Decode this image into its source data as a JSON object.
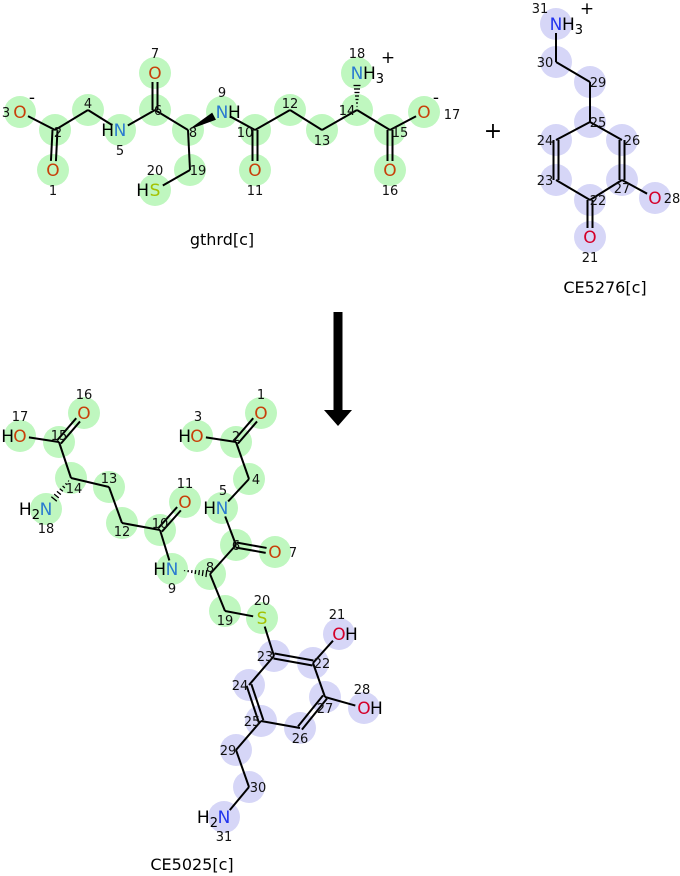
{
  "reaction": {
    "plus_sign": "+",
    "arrow_direction": "down"
  },
  "colors": {
    "reactant_highlight": "#bff7bf",
    "product_cofactor_highlight": "#d6d6f7",
    "oxygen_green": "#c8400a",
    "oxygen_blue": "#d4002a",
    "nitrogen_green": "#2a7ad0",
    "nitrogen_blue": "#2233ee",
    "sulfur": "#a3c100",
    "bond": "#000000"
  },
  "molecules": [
    {
      "id": "gthrd",
      "name": "gthrd[c]",
      "highlight": "green",
      "atoms": [
        {
          "n": "1",
          "pre": "",
          "el": "O",
          "post": "",
          "charge": ""
        },
        {
          "n": "2",
          "el": ""
        },
        {
          "n": "3",
          "pre": "",
          "el": "O",
          "post": "",
          "charge": "-"
        },
        {
          "n": "4",
          "el": ""
        },
        {
          "n": "5",
          "pre": "H",
          "el": "N",
          "post": "",
          "charge": ""
        },
        {
          "n": "6",
          "el": ""
        },
        {
          "n": "7",
          "pre": "",
          "el": "O",
          "post": "",
          "charge": ""
        },
        {
          "n": "8",
          "el": ""
        },
        {
          "n": "9",
          "pre": "",
          "el": "N",
          "post": "H",
          "charge": ""
        },
        {
          "n": "10",
          "el": ""
        },
        {
          "n": "11",
          "pre": "",
          "el": "O",
          "post": "",
          "charge": ""
        },
        {
          "n": "12",
          "el": ""
        },
        {
          "n": "13",
          "el": ""
        },
        {
          "n": "14",
          "el": ""
        },
        {
          "n": "15",
          "el": ""
        },
        {
          "n": "16",
          "pre": "",
          "el": "O",
          "post": "",
          "charge": ""
        },
        {
          "n": "17",
          "pre": "",
          "el": "O",
          "post": "",
          "charge": "-"
        },
        {
          "n": "18",
          "pre": "",
          "el": "N",
          "post": "H3",
          "charge": "+"
        },
        {
          "n": "19",
          "el": ""
        },
        {
          "n": "20",
          "pre": "H",
          "el": "S",
          "post": "",
          "charge": ""
        }
      ]
    },
    {
      "id": "CE5276",
      "name": "CE5276[c]",
      "highlight": "blue",
      "atoms": [
        {
          "n": "21",
          "pre": "",
          "el": "O",
          "post": "",
          "charge": ""
        },
        {
          "n": "22",
          "el": ""
        },
        {
          "n": "23",
          "el": ""
        },
        {
          "n": "24",
          "el": ""
        },
        {
          "n": "25",
          "el": ""
        },
        {
          "n": "26",
          "el": ""
        },
        {
          "n": "27",
          "el": ""
        },
        {
          "n": "28",
          "pre": "",
          "el": "O",
          "post": "",
          "charge": ""
        },
        {
          "n": "29",
          "el": ""
        },
        {
          "n": "30",
          "el": ""
        },
        {
          "n": "31",
          "pre": "",
          "el": "N",
          "post": "H3",
          "charge": "+"
        }
      ]
    },
    {
      "id": "CE5025",
      "name": "CE5025[c]",
      "highlight": "mixed",
      "atoms": [
        {
          "n": "1",
          "pre": "",
          "el": "O",
          "post": "",
          "charge": ""
        },
        {
          "n": "2",
          "el": ""
        },
        {
          "n": "3",
          "pre": "H",
          "el": "O",
          "post": "",
          "charge": ""
        },
        {
          "n": "4",
          "el": ""
        },
        {
          "n": "5",
          "pre": "H",
          "el": "N",
          "post": "",
          "charge": ""
        },
        {
          "n": "6",
          "el": ""
        },
        {
          "n": "7",
          "pre": "",
          "el": "O",
          "post": "",
          "charge": ""
        },
        {
          "n": "8",
          "el": ""
        },
        {
          "n": "9",
          "pre": "H",
          "el": "N",
          "post": "",
          "charge": ""
        },
        {
          "n": "10",
          "el": ""
        },
        {
          "n": "11",
          "pre": "",
          "el": "O",
          "post": "",
          "charge": ""
        },
        {
          "n": "12",
          "el": ""
        },
        {
          "n": "13",
          "el": ""
        },
        {
          "n": "14",
          "el": ""
        },
        {
          "n": "15",
          "el": ""
        },
        {
          "n": "16",
          "pre": "",
          "el": "O",
          "post": "",
          "charge": ""
        },
        {
          "n": "17",
          "pre": "H",
          "el": "O",
          "post": "",
          "charge": ""
        },
        {
          "n": "18",
          "pre": "H2",
          "el": "N",
          "post": "",
          "charge": ""
        },
        {
          "n": "19",
          "el": ""
        },
        {
          "n": "20",
          "pre": "",
          "el": "S",
          "post": "",
          "charge": ""
        },
        {
          "n": "21",
          "pre": "",
          "el": "O",
          "post": "H",
          "charge": ""
        },
        {
          "n": "22",
          "el": ""
        },
        {
          "n": "23",
          "el": ""
        },
        {
          "n": "24",
          "el": ""
        },
        {
          "n": "25",
          "el": ""
        },
        {
          "n": "26",
          "el": ""
        },
        {
          "n": "27",
          "el": ""
        },
        {
          "n": "28",
          "pre": "",
          "el": "O",
          "post": "H",
          "charge": ""
        },
        {
          "n": "29",
          "el": ""
        },
        {
          "n": "30",
          "el": ""
        },
        {
          "n": "31",
          "pre": "H2",
          "el": "N",
          "post": "",
          "charge": ""
        }
      ]
    }
  ]
}
